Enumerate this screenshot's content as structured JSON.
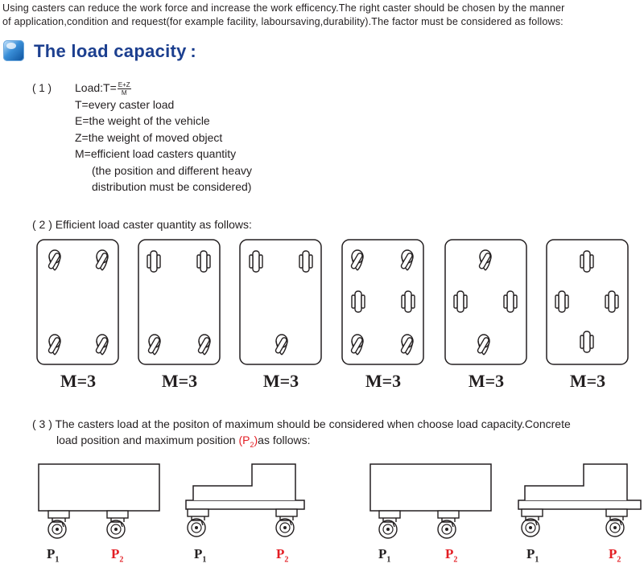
{
  "intro": {
    "line1": "Using casters can reduce the work force and increase the work efficency.The right caster should be chosen by the manner",
    "line2": "of application,condition and request(for example facility, labour­saving,durability).The factor must be considered as follows:"
  },
  "heading": {
    "title": "The load capacity :",
    "icon": "blue-square-bullet-icon"
  },
  "section1": {
    "number": "( 1 )",
    "formula_prefix": "Load:T=",
    "formula_numerator": "E+Z",
    "formula_denominator": "M",
    "definitions": [
      "T=every caster load",
      "E=the weight of the vehicle",
      "Z=the weight of moved object",
      "M=efficient load casters quantity"
    ],
    "note_line1": "(the position and different heavy",
    "note_line2": "distribution must be considered)"
  },
  "section2": {
    "text": "( 2 ) Efficient load caster quantity as follows:",
    "diagrams": [
      {
        "label": "M=3"
      },
      {
        "label": "M=3"
      },
      {
        "label": "M=3"
      },
      {
        "label": "M=3"
      },
      {
        "label": "M=3"
      },
      {
        "label": "M=3"
      }
    ]
  },
  "section3": {
    "line1": "( 3 ) The casters load at the positon of maximum should be considered when choose load capacity.Concrete",
    "line2_prefix": "load position and maximum position",
    "p2_text": "(P",
    "p2_sub": "2",
    "p2_close": ")",
    "line2_suffix": "as follows:",
    "labels": [
      {
        "p": "P",
        "sub": "1"
      },
      {
        "p": "P",
        "sub": "2"
      },
      {
        "p": "P",
        "sub": "1"
      },
      {
        "p": "P",
        "sub": "2"
      },
      {
        "p": "P",
        "sub": "1"
      },
      {
        "p": "P",
        "sub": "2"
      },
      {
        "p": "P",
        "sub": "1"
      },
      {
        "p": "P",
        "sub": "2"
      }
    ]
  },
  "colors": {
    "heading": "#1c3f8f",
    "accent_red": "#e31e24",
    "text": "#231f20"
  }
}
